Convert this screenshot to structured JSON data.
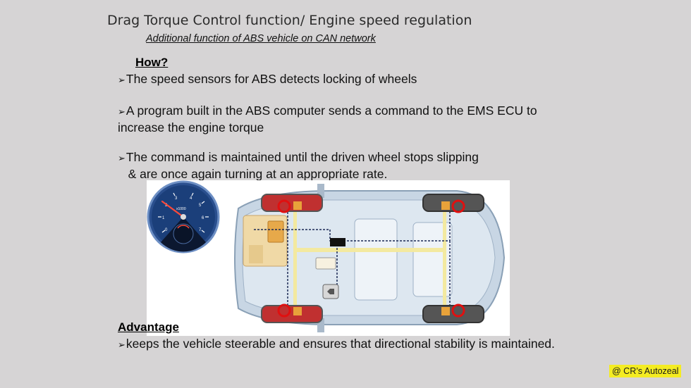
{
  "slide": {
    "title": "Drag Torque Control function/ Engine speed regulation",
    "subtitle": "Additional function of ABS vehicle on CAN network",
    "how_heading": "How?",
    "bullet_marker": "➢",
    "bullets": [
      [
        "The speed sensors for ABS detects locking of wheels"
      ],
      [
        "A program built in the ABS computer sends a command to the EMS ECU to",
        "increase the engine torque"
      ],
      [
        "The command is maintained until the driven wheel stops slipping",
        "   & are once again turning at an appropriate rate."
      ]
    ],
    "advantage_heading": "Advantage",
    "advantage_text": "keeps the vehicle steerable and ensures that directional stability is maintained.",
    "watermark": "@ CR’s Autozeal"
  },
  "figure": {
    "gauge_label": "x1000",
    "gauge_ticks": [
      "0",
      "1",
      "2",
      "3",
      "4",
      "5",
      "6",
      "7"
    ],
    "colors": {
      "gauge_face": "#1b3f7a",
      "tyre_red": "#c03030",
      "sensor_orange": "#e8a23a",
      "harness_yellow": "#f3e9a0",
      "car_body": "#b9c9da"
    }
  }
}
